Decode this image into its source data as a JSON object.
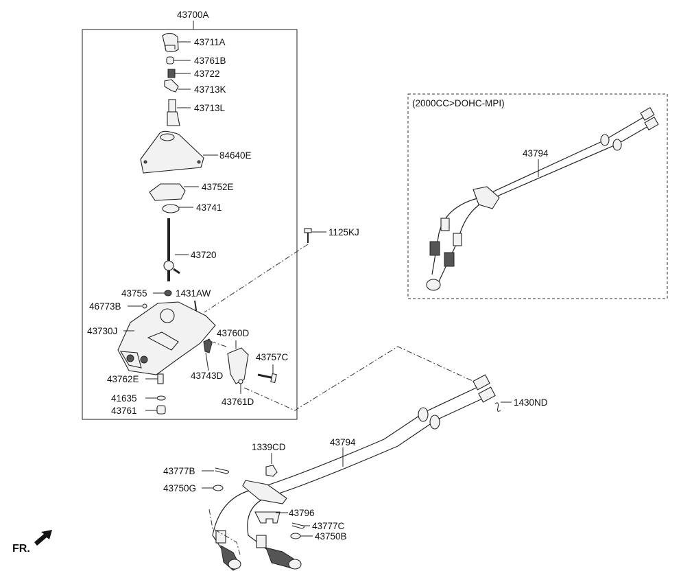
{
  "labels": {
    "assy": "43700A",
    "knob": "43711A",
    "bush_b": "43761B",
    "spring": "43722",
    "lever_k": "43713K",
    "lever_l": "43713L",
    "boot": "84640E",
    "retainer_e": "43752E",
    "ring": "43741",
    "lever": "43720",
    "bolt_kj": "1125KJ",
    "bush_55": "43755",
    "pin_aw": "1431AW",
    "clip_b": "46773B",
    "housing": "43730J",
    "bracket_d": "43760D",
    "bolt_c": "43757C",
    "seat_d": "43743D",
    "bush_d": "43761D",
    "sleeve_e": "43762E",
    "washer": "41635",
    "bush_61": "43761",
    "cable_top": "43794",
    "pin_nd": "1430ND",
    "cable_main": "43794",
    "clip_cd": "1339CD",
    "pin_b": "43777B",
    "washer_g": "43750G",
    "clip_796": "43796",
    "pin_c": "43777C",
    "washer_b": "43750B",
    "variant": "(2000CC>DOHC-MPI)",
    "front": "FR."
  }
}
